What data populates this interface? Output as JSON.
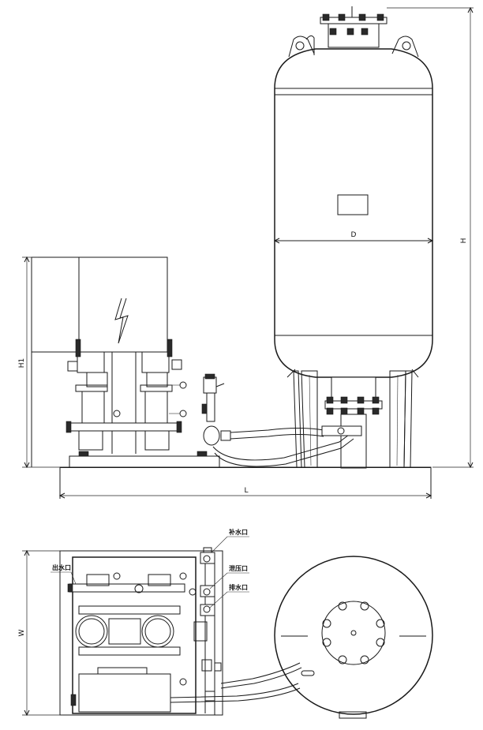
{
  "dimensions": {
    "height": "H",
    "height_cabinet": "H1",
    "length": "L",
    "diameter": "D",
    "width": "W"
  },
  "ports": {
    "makeup_water": "补水口",
    "pressure_relief": "泄压口",
    "drain": "排水口",
    "outlet": "出水口"
  }
}
